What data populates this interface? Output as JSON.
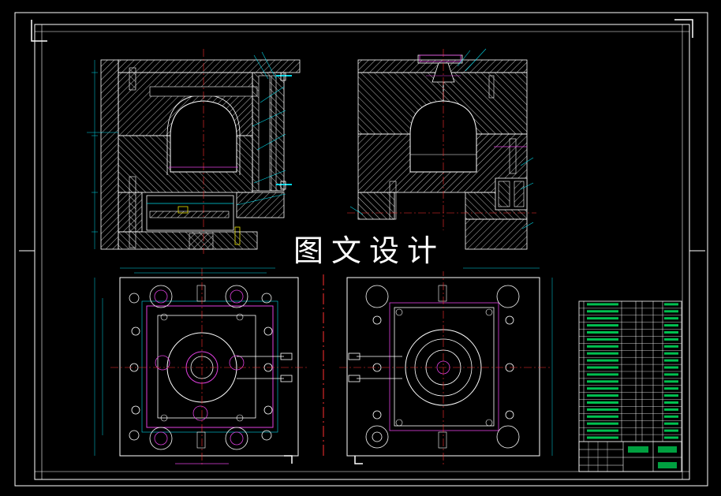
{
  "watermark": "图文设计",
  "colors": {
    "background": "#000000",
    "frame": "#ffffff",
    "hatch": "#c8c8c8",
    "cyan": "#00d8e8",
    "magenta": "#e040e0",
    "red": "#ff3030",
    "green": "#00e060",
    "yellow": "#e8e000"
  },
  "views": [
    "front-section-left",
    "front-section-right",
    "top-view-left",
    "top-view-right"
  ]
}
